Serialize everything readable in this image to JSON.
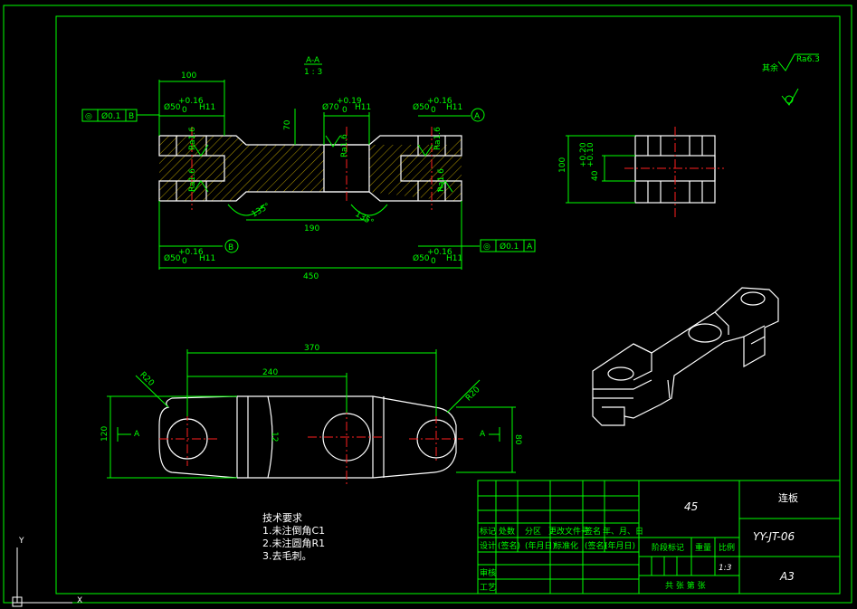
{
  "section": {
    "name": "A-A",
    "scale": "1 : 3"
  },
  "front_view_dims": {
    "d100": "100",
    "d70": "70",
    "d190": "190",
    "d450": "450",
    "ang_left": "135°",
    "ang_right": "135°",
    "hole_left_top": "Ø50",
    "hole_left_top_tol_up": "+0.16",
    "hole_left_top_tol_lo": "0",
    "hole_left_top_fit": "H11",
    "hole_mid": "Ø70",
    "hole_mid_tol_up": "+0.19",
    "hole_mid_tol_lo": "0",
    "hole_mid_fit": "H11",
    "hole_right_top": "Ø50",
    "hole_right_top_tol_up": "+0.16",
    "hole_right_top_tol_lo": "0",
    "hole_right_top_fit": "H11",
    "hole_left_bot": "Ø50",
    "hole_left_bot_tol_up": "+0.16",
    "hole_left_bot_tol_lo": "0",
    "hole_left_bot_fit": "H11",
    "hole_right_bot": "Ø50",
    "hole_right_bot_tol_up": "+0.16",
    "hole_right_bot_tol_lo": "0",
    "hole_right_bot_fit": "H11",
    "ra_labels": [
      "Ra1.6",
      "Ra1.6",
      "Ra1.6",
      "Ra1.6",
      "Ra1.6"
    ]
  },
  "datums": {
    "a": "A",
    "b": "B"
  },
  "gdt_left": {
    "symbol": "◎",
    "value": "Ø0.1",
    "datum": "B"
  },
  "gdt_right": {
    "symbol": "◎",
    "value": "Ø0.1",
    "datum": "A"
  },
  "side_view_dims": {
    "d100": "100",
    "d40": "40",
    "tol_up": "+0.20",
    "tol_lo": "+0.10"
  },
  "roughness_note": {
    "prefix": "其余",
    "value": "Ra6.3"
  },
  "top_view_dims": {
    "d370": "370",
    "d240": "240",
    "d120": "120",
    "d80": "80",
    "r20_left": "R20",
    "r20_right": "R20",
    "d12": "12",
    "sec_left": "A",
    "sec_right": "A"
  },
  "tech_req": {
    "title": "技术要求",
    "items": [
      "1.未注倒角C1",
      "2.未注圆角R1",
      "3.去毛刺。"
    ]
  },
  "title_block": {
    "material": "45",
    "part_name": "连板",
    "drawing_no": "YY-JT-06",
    "sheet_size": "A3",
    "scale": "1:3",
    "row_headers": [
      "标记",
      "处数",
      "分区",
      "更改文件号",
      "签名",
      "年、月、日"
    ],
    "design_row": [
      "设计",
      "(签名)",
      "(年月日)",
      "标准化",
      "(签名)",
      "(年月日)"
    ],
    "stage_mark": "阶段标记",
    "weight": "重量",
    "ratio": "比例",
    "review": "审核",
    "process": "工艺",
    "sheets": "共    张  第    张"
  },
  "ucs": {
    "y": "Y",
    "x": "X"
  }
}
